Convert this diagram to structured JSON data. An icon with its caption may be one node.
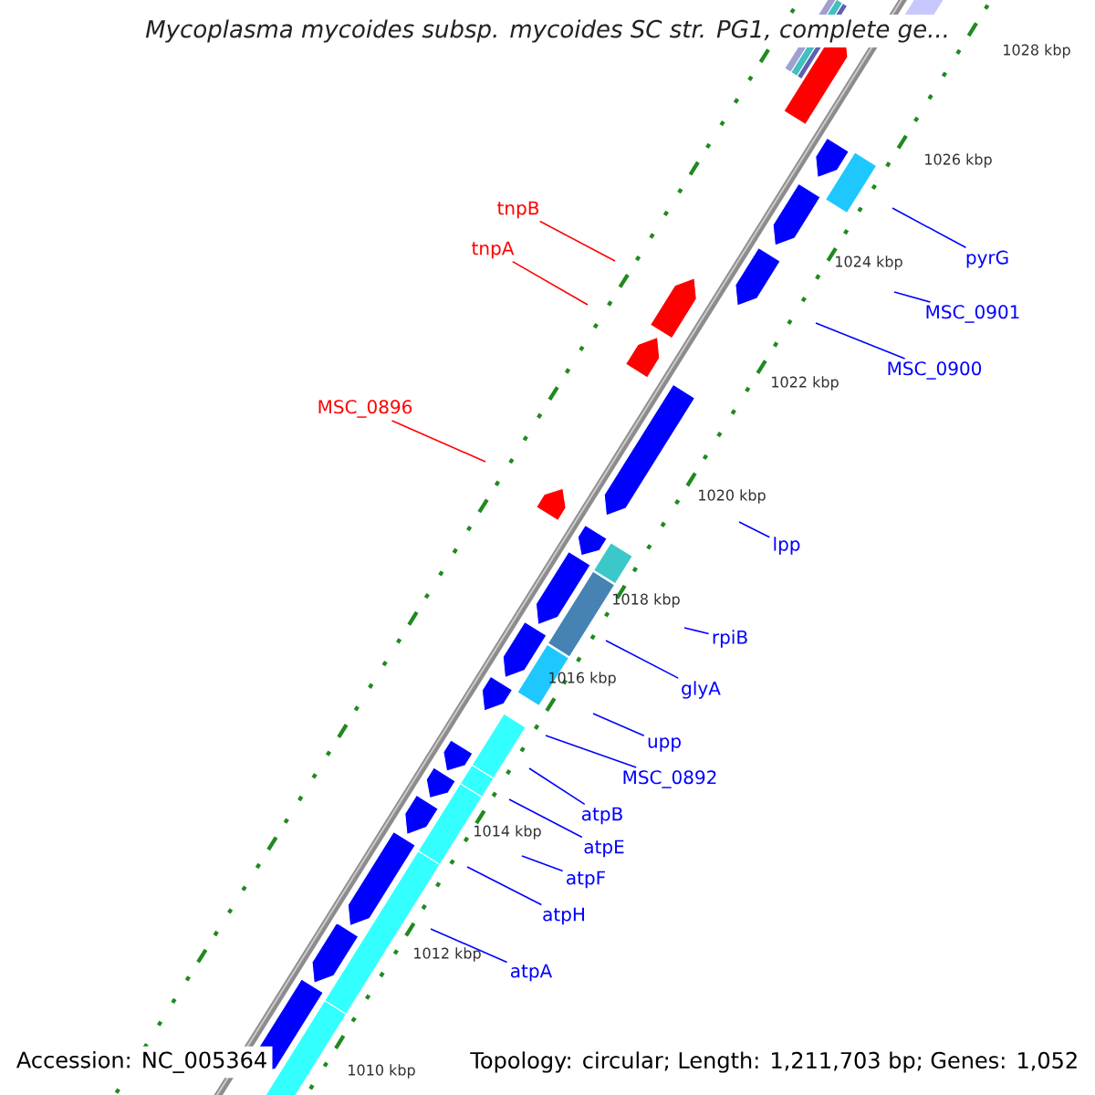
{
  "diagram": {
    "title": "Mycoplasma mycoides subsp. mycoides SC str. PG1, complete ge...",
    "nodes": [
      {
        "text": [
          "tnpB"
        ]
      },
      {
        "text": [
          "tnpA"
        ]
      },
      {
        "text": [
          "pyrG"
        ]
      },
      {
        "text": [
          "MSC_0901"
        ]
      },
      {
        "text": [
          "MSC_0900"
        ]
      },
      {
        "text": [
          "MSC_0896"
        ]
      },
      {
        "text": [
          "lpp"
        ]
      },
      {
        "text": [
          "rpiB"
        ]
      },
      {
        "text": [
          "glyA"
        ]
      },
      {
        "text": [
          "upp"
        ]
      },
      {
        "text": [
          "MSC_0892"
        ]
      },
      {
        "text": [
          "atpB"
        ]
      },
      {
        "text": [
          "atpE"
        ]
      },
      {
        "text": [
          "atpF"
        ]
      },
      {
        "text": [
          "atpH"
        ]
      },
      {
        "text": [
          "atpA"
        ]
      }
    ],
    "edges": [
      {
        "from": 0,
        "to": null,
        "arrow": "none",
        "color": "#ff0000"
      },
      {
        "from": 1,
        "to": null,
        "arrow": "none",
        "color": "#ff0000"
      },
      {
        "from": 2,
        "to": null,
        "arrow": "none"
      },
      {
        "from": 3,
        "to": null,
        "arrow": "none"
      },
      {
        "from": 4,
        "to": null,
        "arrow": "none"
      },
      {
        "from": 5,
        "to": null,
        "arrow": "none",
        "color": "#ff0000"
      },
      {
        "from": 6,
        "to": null,
        "arrow": "none"
      },
      {
        "from": 7,
        "to": null,
        "arrow": "none"
      },
      {
        "from": 8,
        "to": null,
        "arrow": "none"
      },
      {
        "from": 9,
        "to": null,
        "arrow": "none"
      },
      {
        "from": 10,
        "to": null,
        "arrow": "none"
      },
      {
        "from": 11,
        "to": null,
        "arrow": "none"
      },
      {
        "from": 12,
        "to": null,
        "arrow": "none"
      },
      {
        "from": 13,
        "to": null,
        "arrow": "none"
      },
      {
        "from": 14,
        "to": null,
        "arrow": "none"
      },
      {
        "from": 15,
        "to": null,
        "arrow": "none"
      }
    ],
    "labels": [
      "1028 kbp",
      "1026 kbp",
      "1024 kbp",
      "1022 kbp",
      "1020 kbp",
      "1018 kbp",
      "1016 kbp",
      "1014 kbp",
      "1012 kbp",
      "1010 kbp",
      "Accession: NC_005364",
      "Topology: circular; Length: 1,211,703 bp; Genes: 1,052"
    ]
  }
}
